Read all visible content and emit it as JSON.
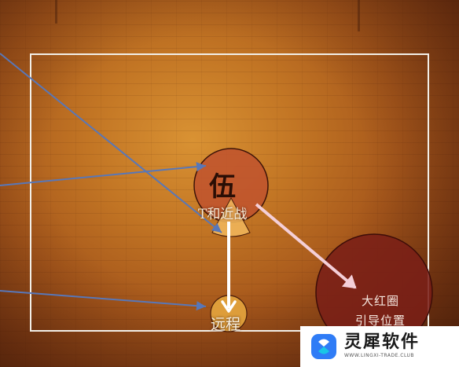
{
  "scene": {
    "marker_char": "伍",
    "melee_label": "T和近战",
    "ranged_label": "远程",
    "red_circle_label_line1": "大红圈",
    "red_circle_label_line2": "引导位置"
  },
  "watermark": {
    "title": "灵犀软件",
    "url": "WWW.LINGXI-TRADE.CLUB"
  },
  "colors": {
    "arena_border": "#f2efe8",
    "boss_circle": "#c0522e",
    "red_circle": "#7a1f17",
    "ranged_circle": "#e3a43d",
    "melee_cone": "#f0b55a",
    "blue_line": "#5877b8",
    "white_arrow": "#ffffff",
    "pink_arrow": "#f4cfd8",
    "watermark_blue": "#2f7cf6",
    "watermark_cyan": "#19c6e6"
  },
  "icons": {
    "arrow_down": "arrow-down-icon",
    "arrow_to_red_circle": "arrow-diagonal-icon",
    "watermark_logo": "lingxi-logo-icon"
  }
}
